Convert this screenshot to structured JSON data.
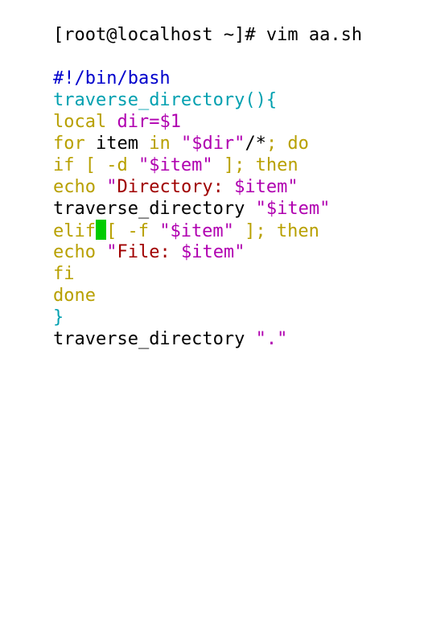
{
  "window": {
    "prompt": "[root@localhost ~]# vim aa.sh"
  },
  "editor": {
    "lines": {
      "l1": {
        "shebang": "#!/bin/bash"
      },
      "l2": {
        "func": "traverse_directory(){"
      },
      "l3": {
        "kw": "local ",
        "var": "dir=$1"
      },
      "l4": {
        "kw1": "for ",
        "plain": "item ",
        "kw2": "in ",
        "str": "\"$dir\"",
        "plain2": "/*",
        "kw3": "; do"
      },
      "l5": {
        "kw": "if [ -d ",
        "str": "\"$item\"",
        "kw2": " ]; then"
      },
      "l6": {
        "kw": "echo ",
        "str1": "\"",
        "dkred": "Directory: ",
        "var": "$item",
        "str2": "\""
      },
      "l7": {
        "plain": "traverse_directory ",
        "str": "\"$item\""
      },
      "l8": {
        "kw": "elif",
        "kw2": "[ -f ",
        "str": "\"$item\"",
        "kw3": " ]; then"
      },
      "l9": {
        "kw": "echo ",
        "str1": "\"",
        "dkred": "File: ",
        "var": "$item",
        "str2": "\""
      },
      "l10": {
        "kw": "fi"
      },
      "l11": {
        "kw": "done"
      },
      "l12": {
        "func": "}"
      },
      "l13": {
        "plain": "traverse_directory ",
        "str": "\".\""
      }
    }
  },
  "colors": {
    "background": "#ffffff",
    "comment": "#0000cc",
    "function": "#00a0b0",
    "keyword": "#b8a000",
    "variable": "#b000b0",
    "string_body": "#a00000",
    "cursor": "#00cc00"
  }
}
